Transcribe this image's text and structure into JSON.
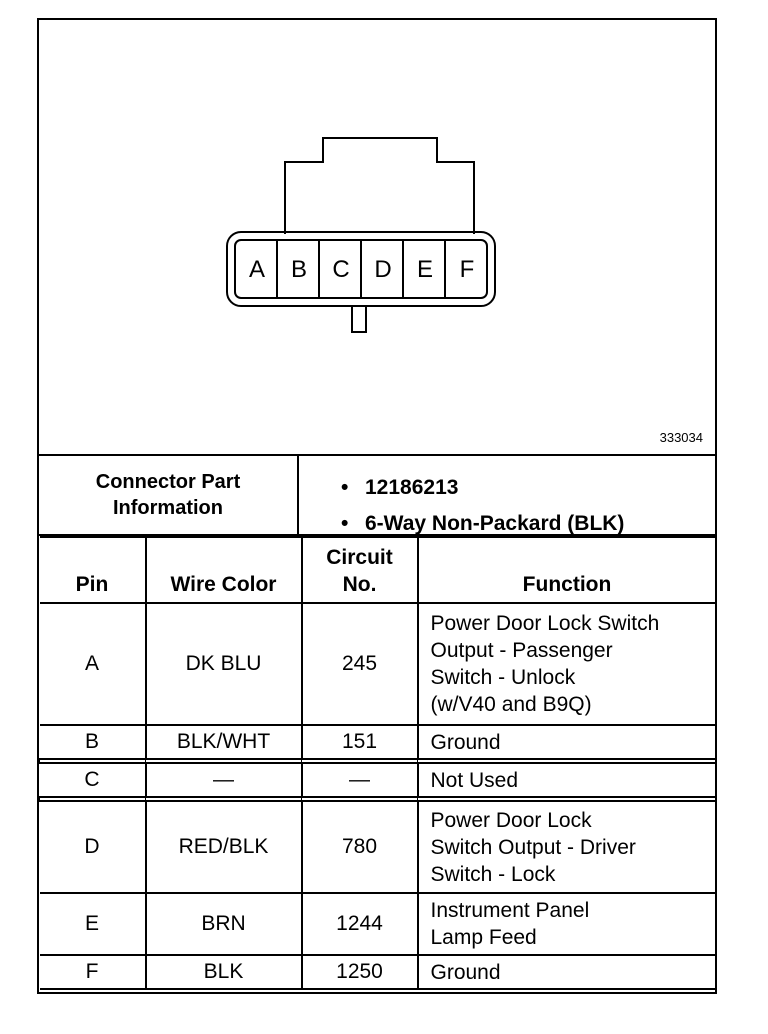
{
  "figure": {
    "id": "333034",
    "pins": [
      "A",
      "B",
      "C",
      "D",
      "E",
      "F"
    ]
  },
  "connector_info": {
    "label_line1": "Connector Part",
    "label_line2": "Information",
    "bullet": "•",
    "part_number": "12186213",
    "description": "6-Way Non-Packard (BLK)"
  },
  "table": {
    "headers": {
      "pin": "Pin",
      "wire_color": "Wire Color",
      "circuit_line1": "Circuit",
      "circuit_line2": "No.",
      "function": "Function"
    },
    "rows": [
      {
        "pin": "A",
        "wire_color": "DK BLU",
        "circuit": "245",
        "function": [
          "Power Door Lock Switch",
          "Output - Passenger",
          "Switch - Unlock",
          "(w/V40 and B9Q)"
        ]
      },
      {
        "pin": "B",
        "wire_color": "BLK/WHT",
        "circuit": "151",
        "function": [
          "Ground"
        ]
      },
      {
        "pin": "C",
        "wire_color": "—",
        "circuit": "—",
        "function": [
          "Not Used"
        ]
      },
      {
        "pin": "D",
        "wire_color": "RED/BLK",
        "circuit": "780",
        "function": [
          "Power Door Lock",
          "Switch Output - Driver",
          "Switch - Lock"
        ]
      },
      {
        "pin": "E",
        "wire_color": "BRN",
        "circuit": "1244",
        "function": [
          "Instrument Panel",
          "Lamp Feed"
        ]
      },
      {
        "pin": "F",
        "wire_color": "BLK",
        "circuit": "1250",
        "function": [
          "Ground"
        ]
      }
    ]
  }
}
